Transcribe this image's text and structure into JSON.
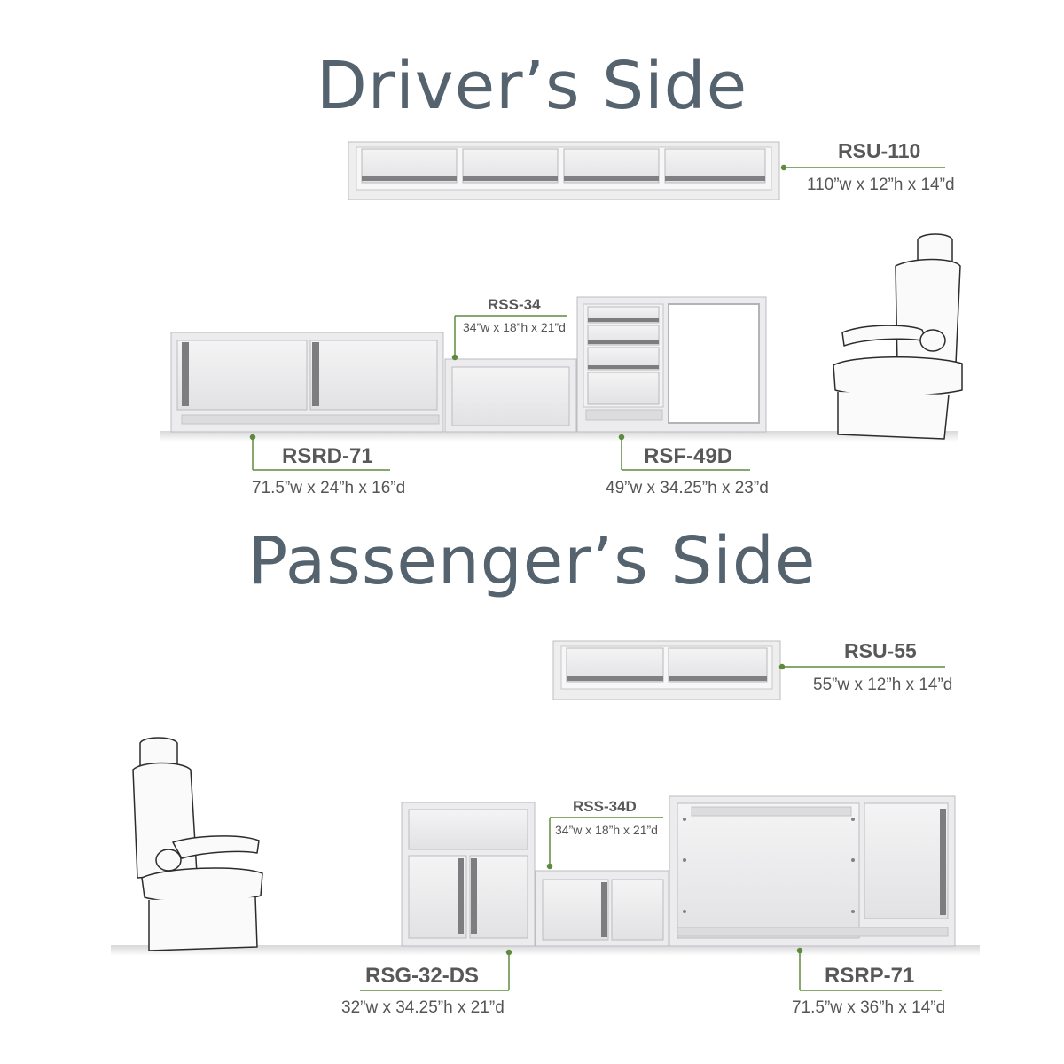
{
  "driver_side": {
    "heading": "Driver’s Side",
    "items": [
      {
        "model": "RSU-110",
        "dims": "110”w x 12”h x 14”d"
      },
      {
        "model": "RSS-34",
        "dims": "34”w x 18”h x 21”d"
      },
      {
        "model": "RSRD-71",
        "dims": "71.5”w x 24”h x 16”d"
      },
      {
        "model": "RSF-49D",
        "dims": "49”w x 34.25”h x 23”d"
      }
    ]
  },
  "passenger_side": {
    "heading": "Passenger’s Side",
    "items": [
      {
        "model": "RSU-55",
        "dims": "55”w x 12”h x 14”d"
      },
      {
        "model": "RSS-34D",
        "dims": "34”w x 18”h x 21”d"
      },
      {
        "model": "RSG-32-DS",
        "dims": "32”w x 34.25”h x 21”d"
      },
      {
        "model": "RSRP-71",
        "dims": "71.5”w x 36”h x 14”d"
      }
    ]
  },
  "colors": {
    "heading": "#55636f",
    "leader": "#5f8a3e",
    "cabinet": "#e9e9eb",
    "handle": "#7d7d80"
  }
}
